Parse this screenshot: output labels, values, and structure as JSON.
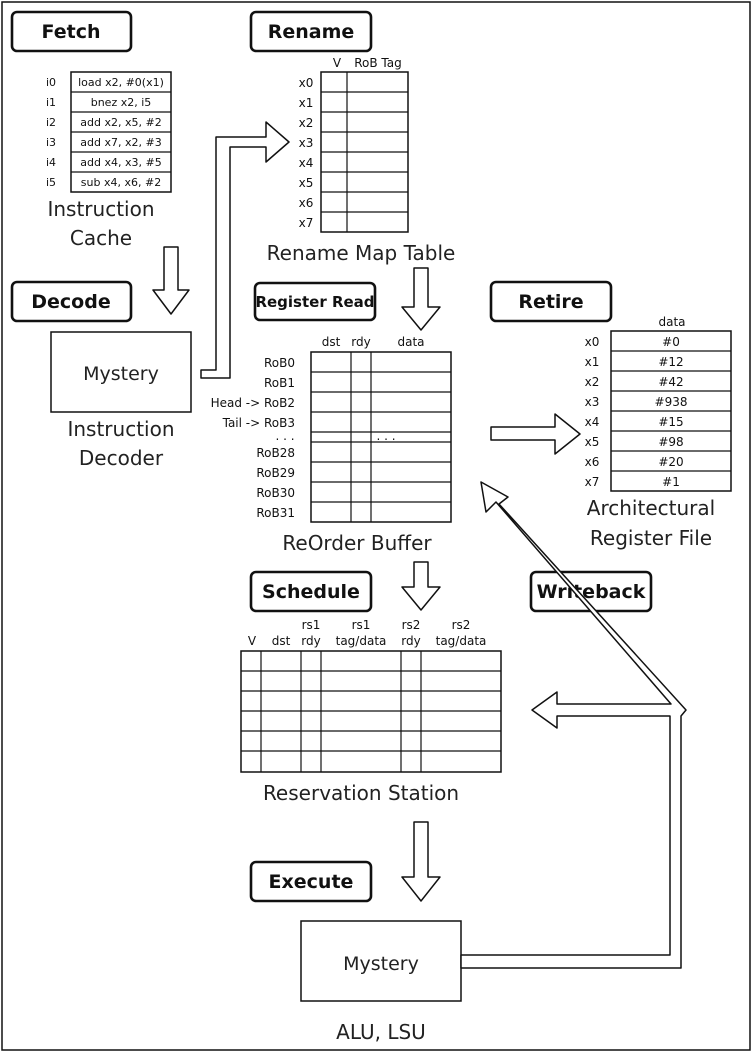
{
  "stages": {
    "fetch": "Fetch",
    "rename": "Rename",
    "decode": "Decode",
    "register_read": "Register Read",
    "retire": "Retire",
    "schedule": "Schedule",
    "writeback": "Writeback",
    "execute": "Execute"
  },
  "icache": {
    "caption_line1": "Instruction",
    "caption_line2": "Cache",
    "rows": [
      {
        "id": "i0",
        "instr": "load x2, #0(x1)"
      },
      {
        "id": "i1",
        "instr": "bnez x2, i5"
      },
      {
        "id": "i2",
        "instr": "add x2, x5, #2"
      },
      {
        "id": "i3",
        "instr": "add x7, x2, #3"
      },
      {
        "id": "i4",
        "instr": "add x4, x3, #5"
      },
      {
        "id": "i5",
        "instr": "sub x4, x6, #2"
      }
    ]
  },
  "decoder": {
    "box_label": "Mystery",
    "caption_line1": "Instruction",
    "caption_line2": "Decoder"
  },
  "rename_table": {
    "caption": "Rename Map Table",
    "headers": [
      "V",
      "RoB Tag"
    ],
    "rows": [
      "x0",
      "x1",
      "x2",
      "x3",
      "x4",
      "x5",
      "x6",
      "x7"
    ]
  },
  "rob": {
    "caption": "ReOrder Buffer",
    "headers": [
      "dst",
      "rdy",
      "data"
    ],
    "rows": [
      "RoB0",
      "RoB1",
      "Head -> RoB2",
      "Tail -> RoB3",
      ". . .",
      "RoB28",
      "RoB29",
      "RoB30",
      "RoB31"
    ],
    "ellipsis": ". . ."
  },
  "arf": {
    "caption_line1": "Architectural",
    "caption_line2": "Register File",
    "header": "data",
    "rows": [
      {
        "reg": "x0",
        "value": "#0"
      },
      {
        "reg": "x1",
        "value": "#12"
      },
      {
        "reg": "x2",
        "value": "#42"
      },
      {
        "reg": "x3",
        "value": "#938"
      },
      {
        "reg": "x4",
        "value": "#15"
      },
      {
        "reg": "x5",
        "value": "#98"
      },
      {
        "reg": "x6",
        "value": "#20"
      },
      {
        "reg": "x7",
        "value": "#1"
      }
    ]
  },
  "reservation_station": {
    "caption": "Reservation Station",
    "headers": [
      {
        "line1": "",
        "line2": "V"
      },
      {
        "line1": "",
        "line2": "dst"
      },
      {
        "line1": "rs1",
        "line2": "rdy"
      },
      {
        "line1": "rs1",
        "line2": "tag/data"
      },
      {
        "line1": "rs2",
        "line2": "rdy"
      },
      {
        "line1": "rs2",
        "line2": "tag/data"
      }
    ]
  },
  "execute_unit": {
    "box_label": "Mystery",
    "caption": "ALU, LSU"
  }
}
